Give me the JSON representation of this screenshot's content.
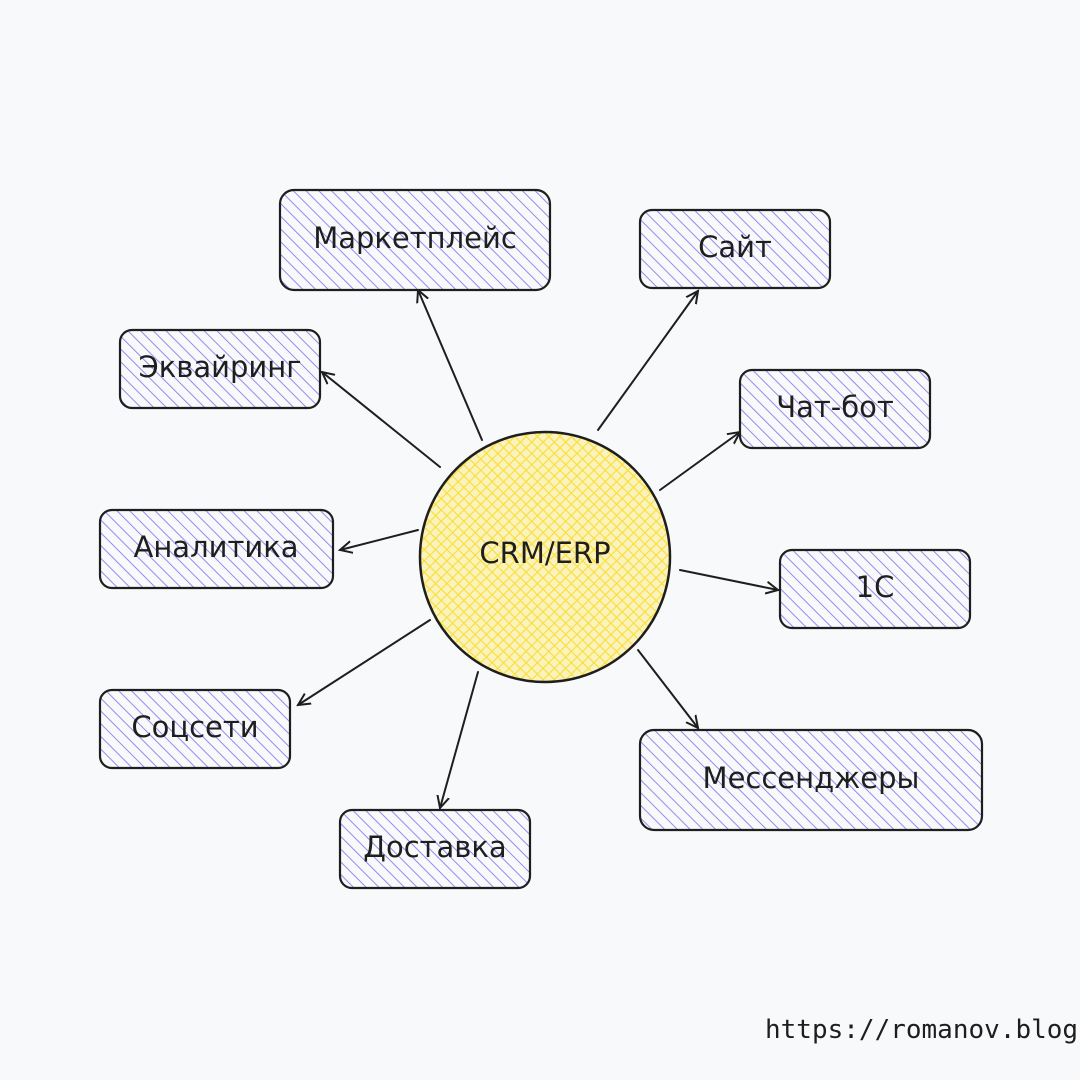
{
  "center": {
    "label": "CRM/ERP"
  },
  "nodes": {
    "marketplace": "Маркетплейс",
    "site": "Сайт",
    "acquiring": "Эквайринг",
    "chatbot": "Чат-бот",
    "analytics": "Аналитика",
    "onec": "1С",
    "social": "Соцсети",
    "messengers": "Мессенджеры",
    "delivery": "Доставка"
  },
  "footer": {
    "url": "https://romanov.blog"
  },
  "colors": {
    "node_fill": "#a48ff0",
    "center_fill": "#fde047",
    "stroke": "#1e1e1e",
    "background": "#f8f9fa"
  }
}
